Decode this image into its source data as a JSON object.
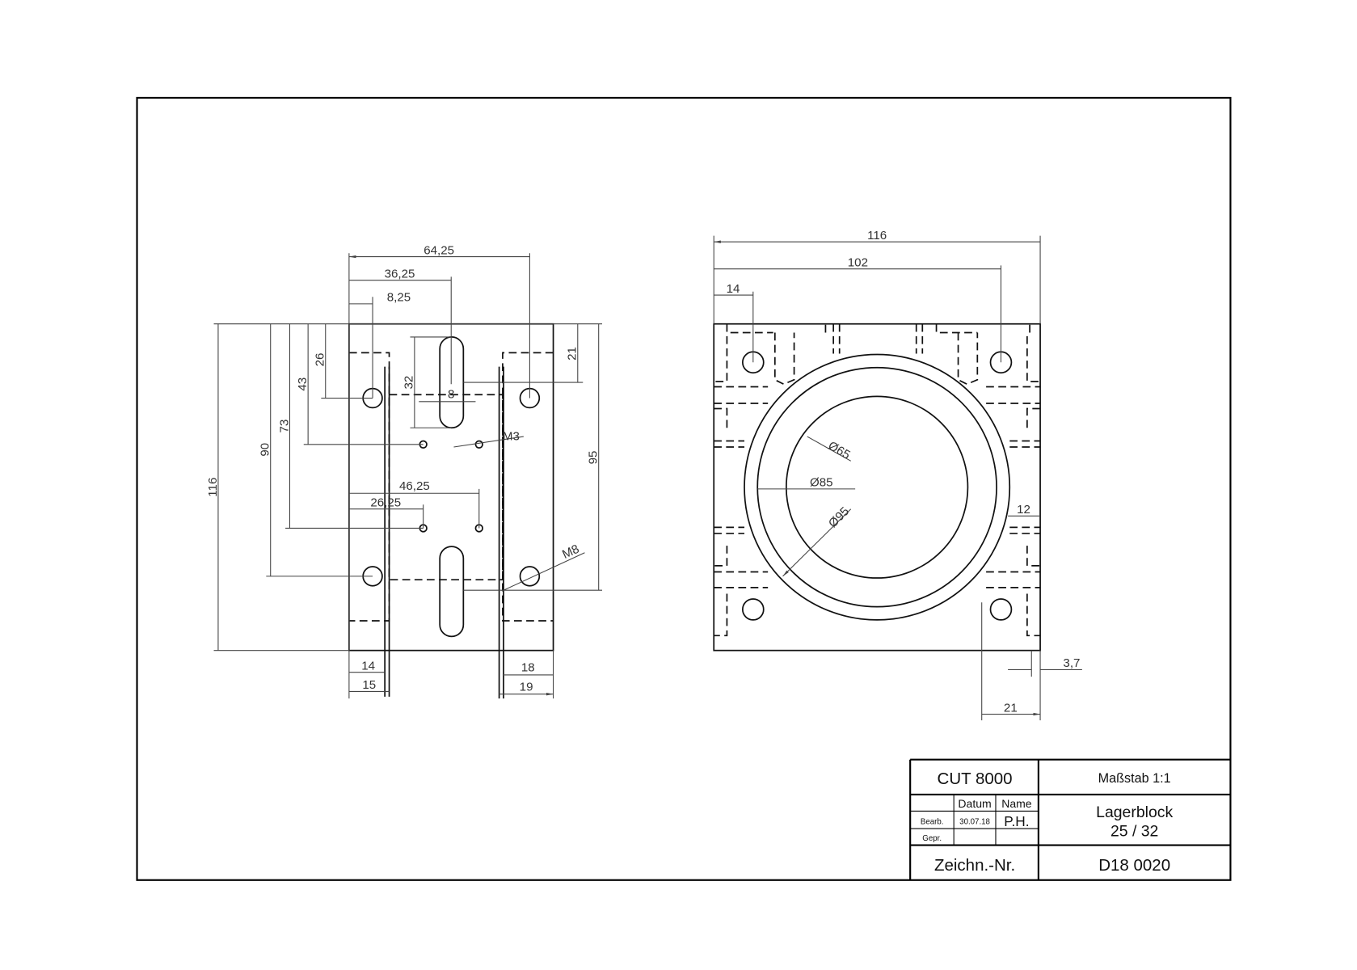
{
  "title_block": {
    "project": "CUT 8000",
    "scale": "Maßstab 1:1",
    "col_date": "Datum",
    "col_name": "Name",
    "row_drawn": "Bearb.",
    "row_checked": "Gepr.",
    "drawn_date": "30.07.18",
    "drawn_name": "P.H.",
    "part_name": "Lagerblock",
    "part_size": "25 / 32",
    "drawing_no_label": "Zeichn.-Nr.",
    "drawing_no": "D18 0020"
  },
  "front_view": {
    "dims": {
      "d64": "64,25",
      "d36": "36,25",
      "d8a": "8,25",
      "d116": "116",
      "d90": "90",
      "d73": "73",
      "d43": "43",
      "d26": "26",
      "d32": "32",
      "d8": "8",
      "d21": "21",
      "d95": "95",
      "d46": "46,25",
      "d26b": "26,25",
      "d14": "14",
      "d15": "15",
      "d18": "18",
      "d19": "19",
      "m3": "M3",
      "m8": "M8"
    }
  },
  "side_view": {
    "dims": {
      "d116": "116",
      "d102": "102",
      "d14": "14",
      "d12": "12",
      "d37": "3,7",
      "d21": "21",
      "dia65": "Ø65",
      "dia85": "Ø85",
      "dia95": "Ø95"
    }
  }
}
